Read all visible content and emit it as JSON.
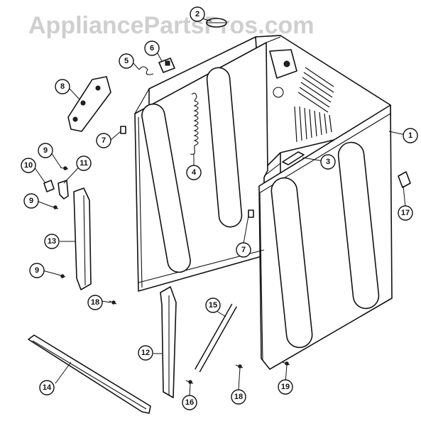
{
  "watermark": "AppliancePartsPros.com",
  "callouts": [
    {
      "id": "c1",
      "label": "1"
    },
    {
      "id": "c2",
      "label": "2"
    },
    {
      "id": "c3",
      "label": "3"
    },
    {
      "id": "c4",
      "label": "4"
    },
    {
      "id": "c5",
      "label": "5"
    },
    {
      "id": "c6",
      "label": "6"
    },
    {
      "id": "c7a",
      "label": "7"
    },
    {
      "id": "c7b",
      "label": "7"
    },
    {
      "id": "c8",
      "label": "8"
    },
    {
      "id": "c9a",
      "label": "9"
    },
    {
      "id": "c9b",
      "label": "9"
    },
    {
      "id": "c9c",
      "label": "9"
    },
    {
      "id": "c10",
      "label": "10"
    },
    {
      "id": "c11",
      "label": "11"
    },
    {
      "id": "c12",
      "label": "12"
    },
    {
      "id": "c13",
      "label": "13"
    },
    {
      "id": "c14",
      "label": "14"
    },
    {
      "id": "c15",
      "label": "15"
    },
    {
      "id": "c16",
      "label": "16"
    },
    {
      "id": "c17",
      "label": "17"
    },
    {
      "id": "c18a",
      "label": "18"
    },
    {
      "id": "c18b",
      "label": "18"
    },
    {
      "id": "c19",
      "label": "19"
    }
  ]
}
